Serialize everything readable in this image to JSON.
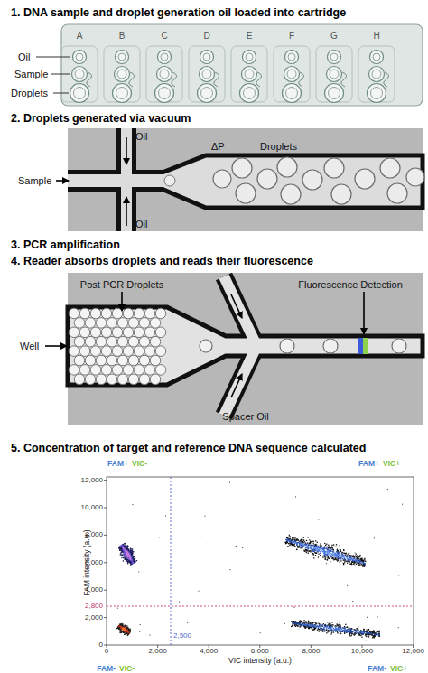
{
  "diagram": {
    "labels": [
      "1. DNA sample and droplet generation oil loaded into cartridge",
      "A",
      "B",
      "C",
      "D",
      "E",
      "F",
      "G",
      "H",
      "Oil",
      "Sample",
      "Droplets",
      "2. Droplets generated via vacuum",
      "Oil",
      "ΔP",
      "Droplets",
      "Sample",
      "Oil",
      "3. PCR amplification",
      "4. Reader absorbs droplets and reads their fluorescence",
      "Post PCR Droplets",
      "Fluorescence Detection",
      "Well",
      "Spacer Oil",
      "5. Concentration of target and reference DNA sequence calculated",
      "FAM+",
      "VIC-",
      "FAM+",
      "VIC+",
      "12,000",
      "10,000",
      "8,000",
      "6,000",
      "4,000",
      "2,000",
      "0",
      "FAM intensity (a.u.)",
      "2,800",
      "2,500",
      "0",
      "2,000",
      "4,000",
      "6,000",
      "8,000",
      "10,000",
      "12,000",
      "VIC intensity (a.u.)",
      "FAM-",
      "VIC-",
      "FAM-",
      "VIC+"
    ]
  }
}
